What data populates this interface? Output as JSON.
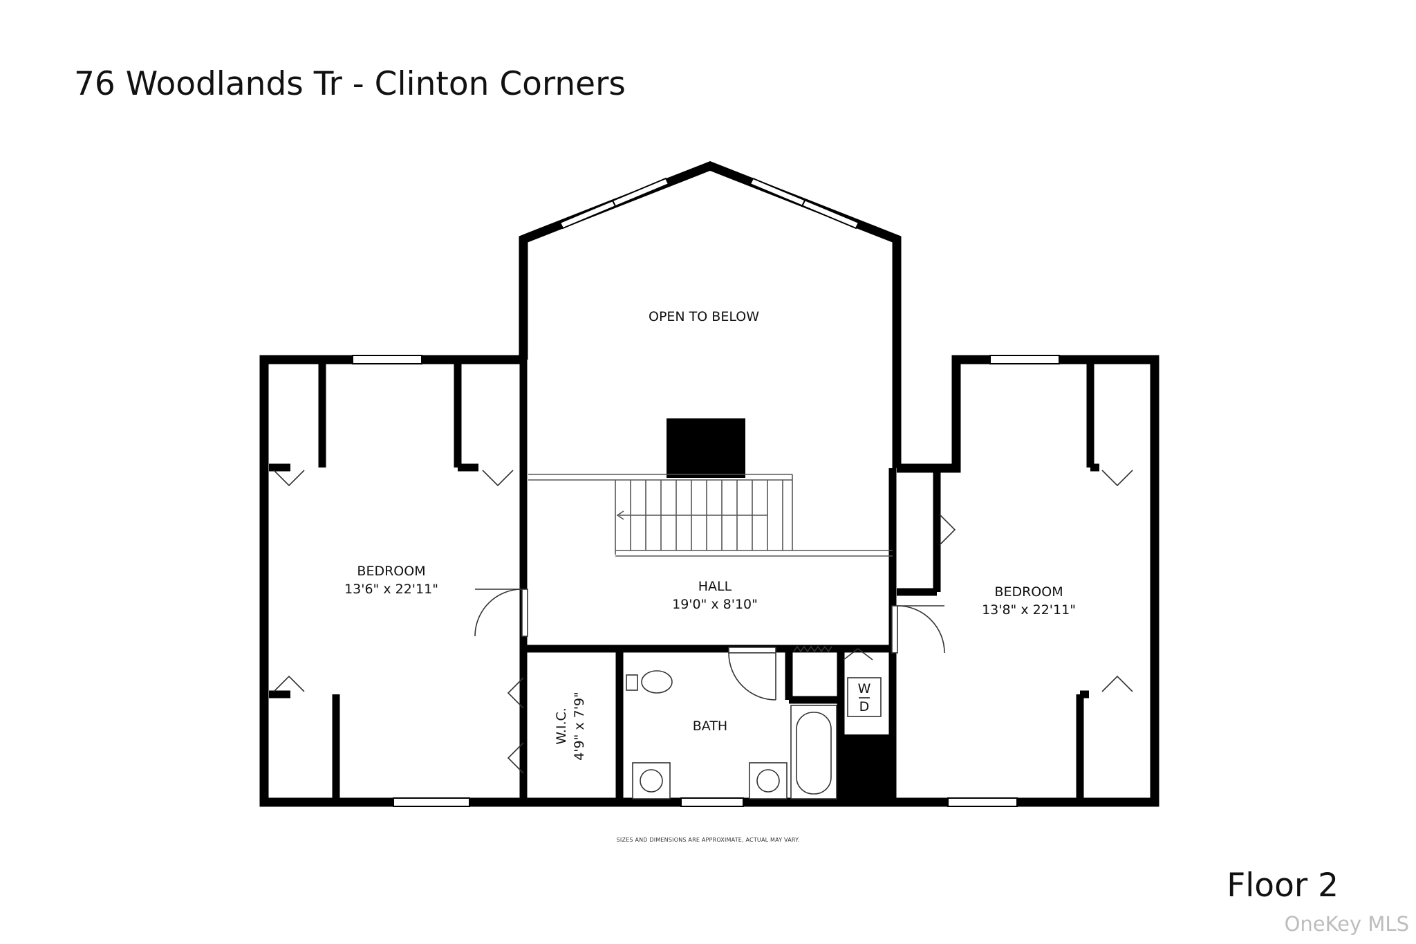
{
  "header": {
    "title": "76 Woodlands Tr - Clinton Corners"
  },
  "plan": {
    "floor_label": "Floor 2",
    "disclaimer": "SIZES AND DIMENSIONS ARE APPROXIMATE, ACTUAL MAY VARY.",
    "watermark": "OneKey MLS",
    "rooms": {
      "open_to_below": {
        "name": "OPEN TO BELOW"
      },
      "bedroom_left": {
        "name": "BEDROOM",
        "dims": "13'6\" x 22'11\""
      },
      "hall": {
        "name": "HALL",
        "dims": "19'0\" x 8'10\""
      },
      "bedroom_right": {
        "name": "BEDROOM",
        "dims": "13'8\" x 22'11\""
      },
      "wic": {
        "name": "W.I.C.",
        "dims": "4'9\" x 7'9\""
      },
      "bath": {
        "name": "BATH"
      },
      "laundry": {
        "top": "W",
        "bottom": "D"
      }
    }
  },
  "colors": {
    "wall": "#000000",
    "background": "#ffffff",
    "watermark": "#bdbdbd"
  }
}
